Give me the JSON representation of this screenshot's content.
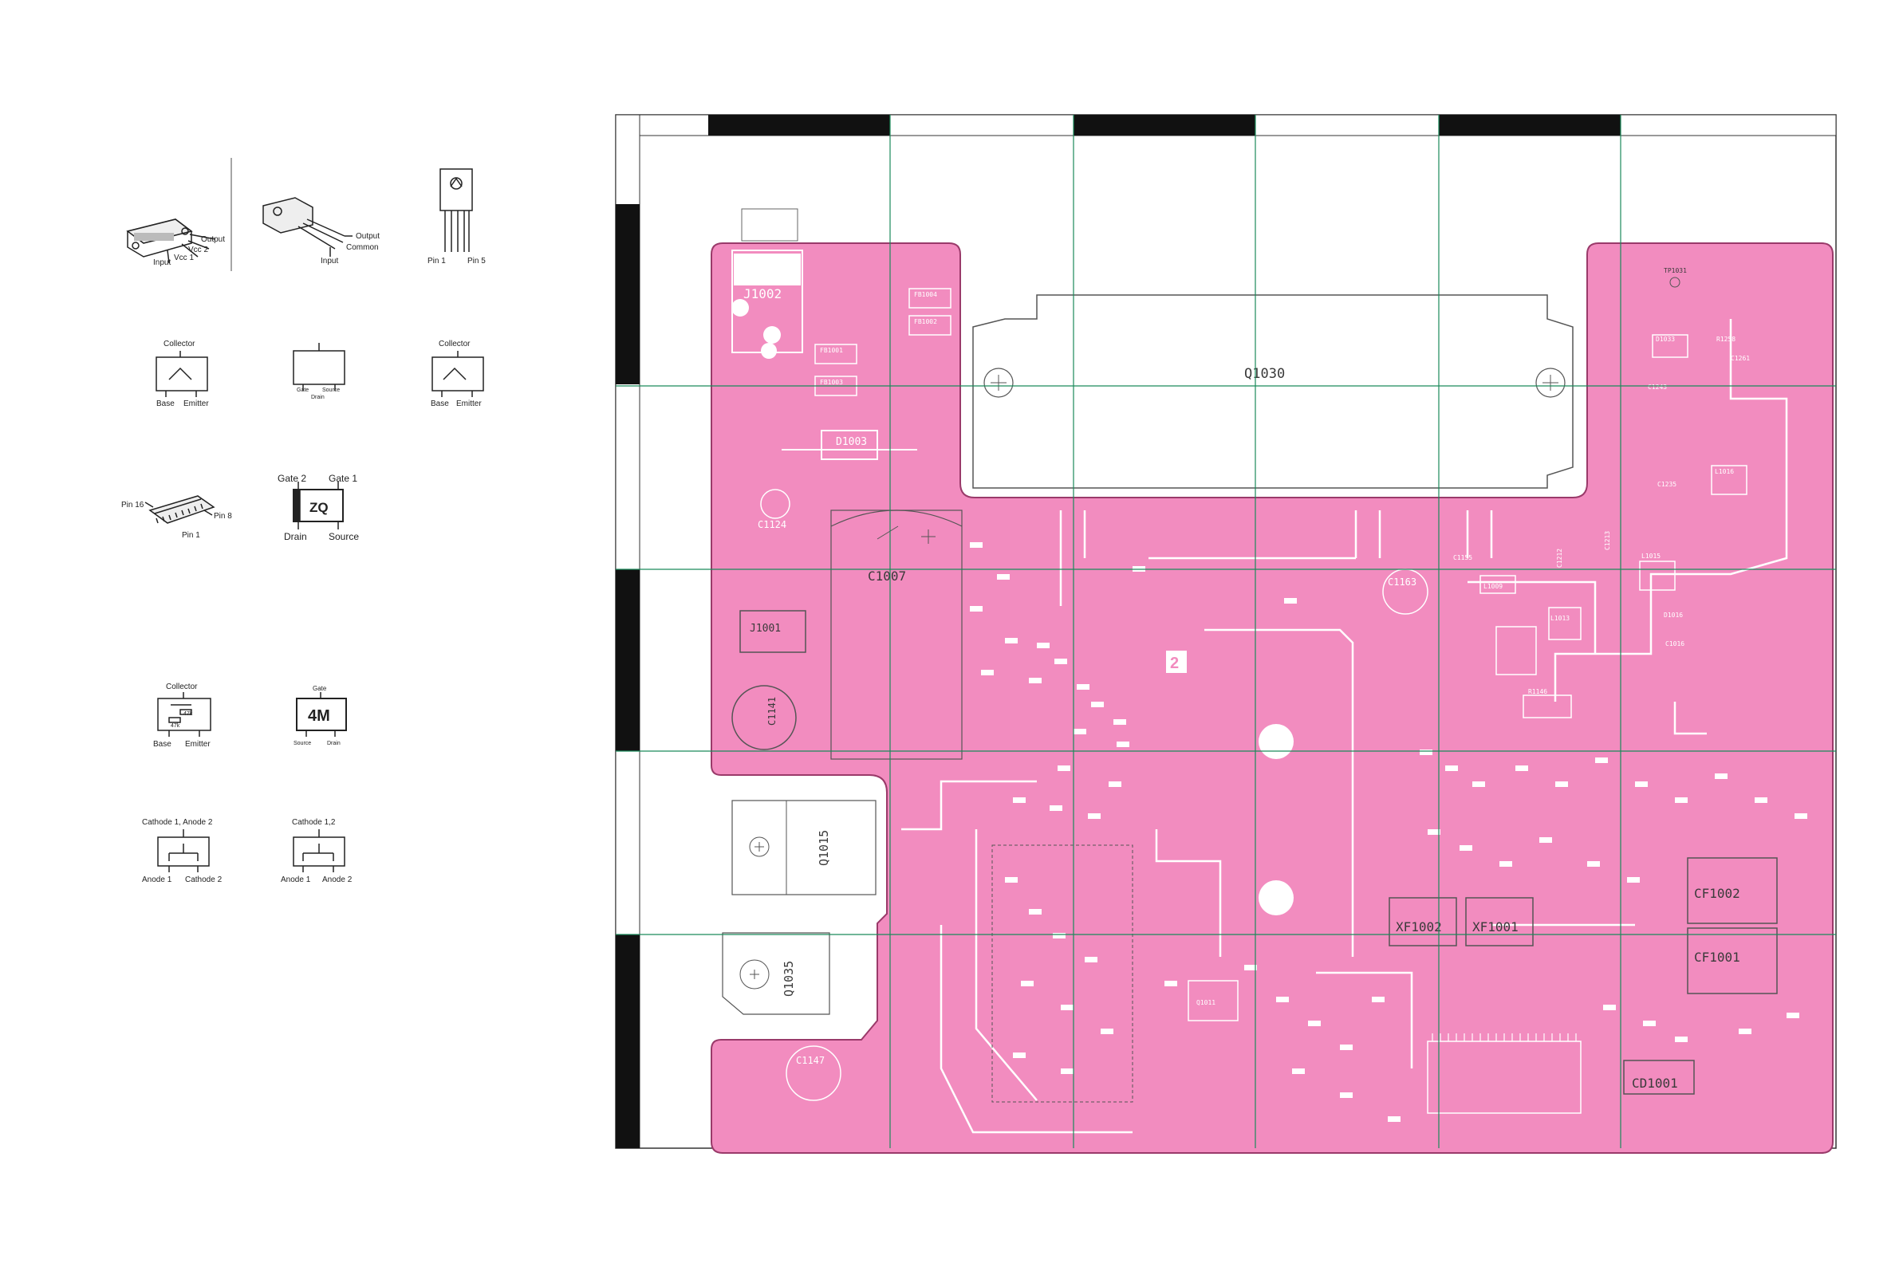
{
  "page": {
    "background": "#ffffff"
  },
  "colors": {
    "board": "#f28cbf",
    "board_edge": "#9a3a6a",
    "grid": "#1a8a5a",
    "trace": "#ffffff",
    "ink": "#222222"
  },
  "legend": {
    "pkg1": {
      "output": "Output",
      "vcc2": "Vcc 2",
      "vcc1": "Vcc 1",
      "input": "Input"
    },
    "pkg2": {
      "output": "Output",
      "common": "Common",
      "input": "Input"
    },
    "pkg3": {
      "pin1": "Pin 1",
      "pin5": "Pin 5"
    },
    "sot_a": {
      "collector": "Collector",
      "base": "Base",
      "emitter": "Emitter"
    },
    "sot_b": {
      "gate": "Gate",
      "source": "Source",
      "drain": "Drain"
    },
    "sot_c": {
      "collector": "Collector",
      "base": "Base",
      "emitter": "Emitter"
    },
    "ic16": {
      "pin16": "Pin 16",
      "pin8": "Pin 8",
      "pin1": "Pin 1"
    },
    "zq": {
      "gate2": "Gate 2",
      "gate1": "Gate 1",
      "mark": "ZQ",
      "drain": "Drain",
      "source": "Source"
    },
    "dtr": {
      "collector": "Collector",
      "r1": "47k",
      "r2": "47k",
      "base": "Base",
      "emitter": "Emitter"
    },
    "fm4": {
      "gate": "Gate",
      "mark": "4M",
      "source": "Source",
      "drain": "Drain"
    },
    "dio1": {
      "top": "Cathode 1, Anode 2",
      "anode1": "Anode 1",
      "cathode2": "Cathode 2"
    },
    "dio2": {
      "top": "Cathode 1,2",
      "anode1": "Anode 1",
      "anode2": "Anode 2"
    }
  },
  "board": {
    "components": {
      "q1030": "Q1030",
      "j1002": "J1002",
      "j1001": "J1001",
      "c1007": "C1007",
      "c1124": "C1124",
      "c1141": "C1141",
      "c1147": "C1147",
      "c1163": "C1163",
      "d1003": "D1003",
      "q1015": "Q1015",
      "q1035": "Q1035",
      "xf1002": "XF1002",
      "xf1001": "XF1001",
      "cf1002": "CF1002",
      "cf1001": "CF1001",
      "cd1001": "CD1001",
      "q1011": "Q1011",
      "fb1001": "FB1001",
      "fb1002": "FB1002",
      "fb1003": "FB1003",
      "fb1004": "FB1004",
      "tp1031": "TP1031",
      "d1033": "D1033",
      "r1258": "R1258",
      "c1261": "C1261",
      "c1243": "C1243",
      "l1016": "L1016",
      "c1235": "C1235",
      "l1015": "L1015",
      "d1016": "D1016",
      "c1016": "C1016",
      "c1213": "C1213",
      "c1212": "C1212",
      "c1155": "C1155",
      "l1009": "L1009",
      "l1013": "L1013",
      "r1146": "R1146",
      "section": "2"
    }
  }
}
